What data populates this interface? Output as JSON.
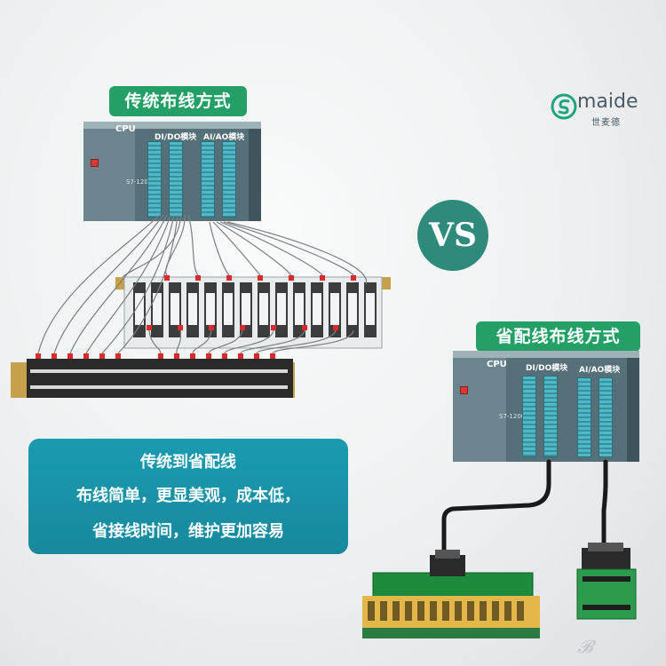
{
  "labels": {
    "traditional": "传统布线方式",
    "saving": "省配线布线方式"
  },
  "vs": "VS",
  "logo": {
    "name": "maide",
    "sub": "世麦德",
    "icon": "maide-s-logo-icon"
  },
  "plc_left": {
    "cpu": "CPU",
    "dido": "DI/DO模块",
    "aiao": "AI/AO模块",
    "model": "S7-1200"
  },
  "plc_right": {
    "cpu": "CPU",
    "dido": "DI/DO模块",
    "aiao": "AI/AO模块",
    "model": "S7-1200"
  },
  "info": {
    "title": "传统到省配线",
    "line1": "布线简单，更显美观，成本低，",
    "line2": "省接线时间，维护更加容易"
  },
  "colors": {
    "label_green": "#24a067",
    "vs_teal": "#2f8a7c",
    "info_teal": "#1b9bb0",
    "plc_gray": "#5f7882"
  }
}
